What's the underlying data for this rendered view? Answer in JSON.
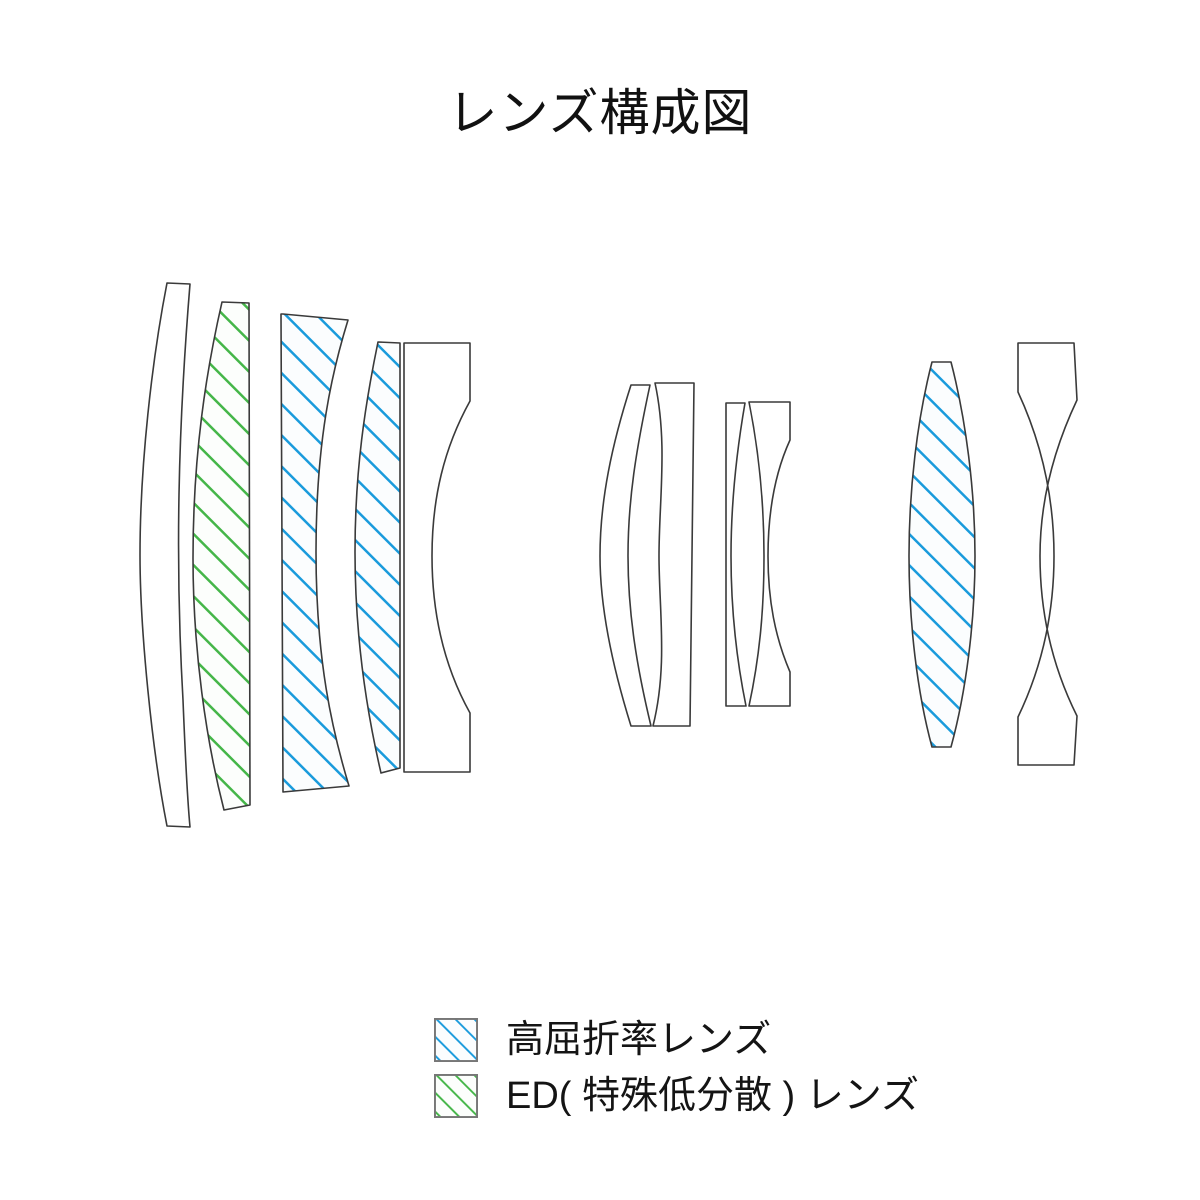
{
  "title": "レンズ構成図",
  "colors": {
    "high_index_hatch": "#1A9BDC",
    "ed_hatch": "#45B649",
    "outline": "#3A3A3A",
    "background": "#FFFFFF",
    "text": "#141414"
  },
  "legend": {
    "items": [
      {
        "label": "高屈折率レンズ",
        "swatch": "high-index-hatch-swatch",
        "color": "#1A9BDC"
      },
      {
        "label": "ED( 特殊低分散 ) レンズ",
        "swatch": "ed-hatch-swatch",
        "color": "#45B649"
      }
    ]
  },
  "diagram": {
    "type": "optical-lens-cross-section",
    "element_count": 11,
    "group_count": 3,
    "groups": [
      {
        "name": "front-group",
        "elements": [
          {
            "index": 1,
            "name": "lens-element-1",
            "material": "standard",
            "shape": "meniscus",
            "fill": "none"
          },
          {
            "index": 2,
            "name": "lens-element-2",
            "material": "ED",
            "shape": "meniscus",
            "fill": "green-hatch"
          },
          {
            "index": 3,
            "name": "lens-element-3",
            "material": "high-index",
            "shape": "meniscus",
            "fill": "blue-hatch"
          },
          {
            "index": 4,
            "name": "lens-element-4",
            "material": "high-index",
            "shape": "meniscus-thin",
            "fill": "blue-hatch"
          },
          {
            "index": 5,
            "name": "lens-element-5",
            "material": "standard",
            "shape": "biconcave",
            "fill": "none"
          }
        ]
      },
      {
        "name": "middle-group",
        "elements": [
          {
            "index": 6,
            "name": "lens-element-6",
            "material": "standard",
            "shape": "plano-convex",
            "fill": "none"
          },
          {
            "index": 7,
            "name": "lens-element-7",
            "material": "standard",
            "shape": "meniscus",
            "fill": "none"
          },
          {
            "index": 8,
            "name": "lens-element-8",
            "material": "standard",
            "shape": "thin-meniscus",
            "fill": "none"
          },
          {
            "index": 9,
            "name": "lens-element-9",
            "material": "standard",
            "shape": "concave-meniscus",
            "fill": "none"
          }
        ]
      },
      {
        "name": "rear-group",
        "elements": [
          {
            "index": 10,
            "name": "lens-element-10",
            "material": "high-index",
            "shape": "biconvex",
            "fill": "blue-hatch"
          },
          {
            "index": 11,
            "name": "lens-element-11",
            "material": "standard",
            "shape": "meniscus",
            "fill": "none"
          }
        ]
      }
    ]
  }
}
